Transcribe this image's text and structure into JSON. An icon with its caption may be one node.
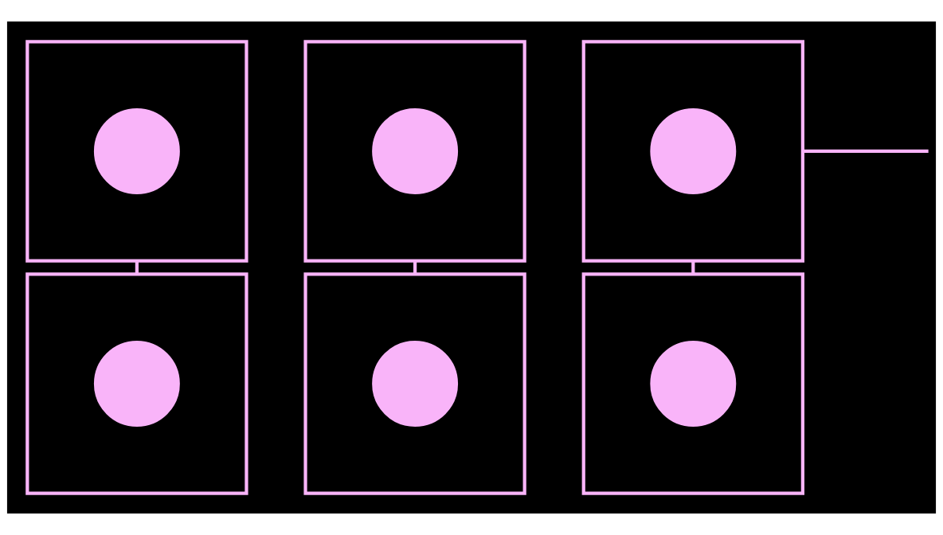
{
  "diagram": {
    "nodes": [
      {
        "text": [],
        "shape": "box"
      },
      {
        "text": [],
        "shape": "circle",
        "in": 0
      },
      {
        "text": [],
        "shape": "box"
      },
      {
        "text": [],
        "shape": "circle",
        "in": 2
      },
      {
        "text": [],
        "shape": "box"
      },
      {
        "text": [],
        "shape": "circle",
        "in": 4
      },
      {
        "text": [],
        "shape": "box"
      },
      {
        "text": [],
        "shape": "circle",
        "in": 6
      },
      {
        "text": [],
        "shape": "box"
      },
      {
        "text": [],
        "shape": "circle",
        "in": 8
      },
      {
        "text": [],
        "shape": "box"
      },
      {
        "text": [],
        "shape": "circle",
        "in": 10
      }
    ],
    "edges": [
      {
        "from": 0,
        "to": 6,
        "arrow": "none"
      },
      {
        "from": 2,
        "to": 8,
        "arrow": "none"
      },
      {
        "from": 4,
        "to": 10,
        "arrow": "none"
      },
      {
        "from": null,
        "to": 4,
        "arrow": "none"
      }
    ]
  }
}
